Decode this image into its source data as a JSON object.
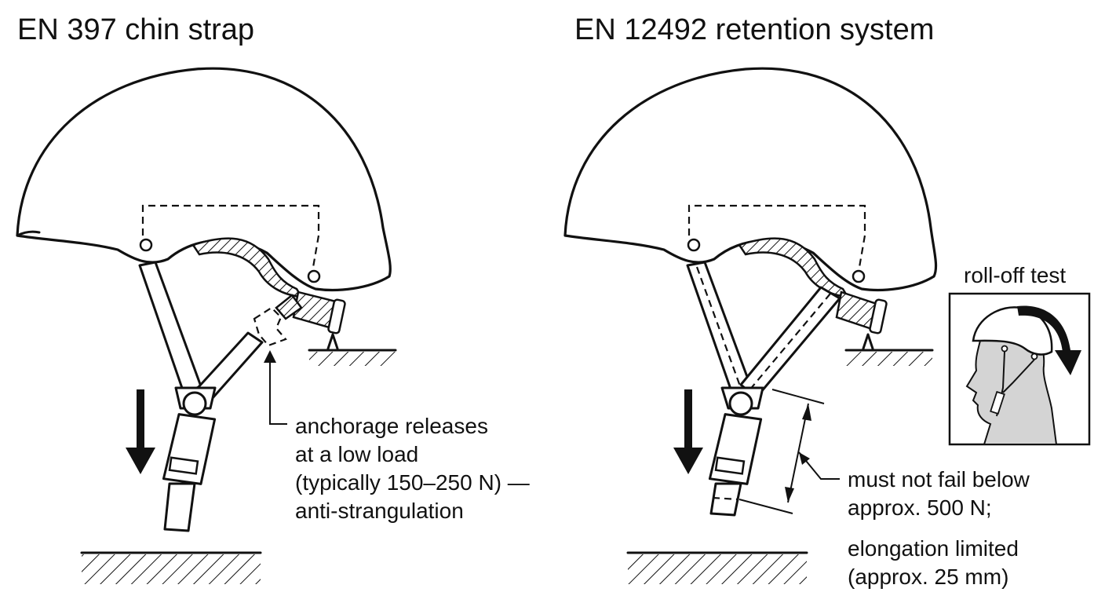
{
  "left": {
    "title": "EN 397 chin strap",
    "annotation": [
      "anchorage releases",
      "at a low load",
      "(typically 150–250 N) —",
      "anti-strangulation"
    ]
  },
  "right": {
    "title": "EN 12492 retention system",
    "inset_label": "roll-off test",
    "annotation_load": [
      "must not fail below",
      "approx. 500 N;"
    ],
    "annotation_elong": [
      "elongation limited",
      "(approx. 25 mm)"
    ]
  }
}
